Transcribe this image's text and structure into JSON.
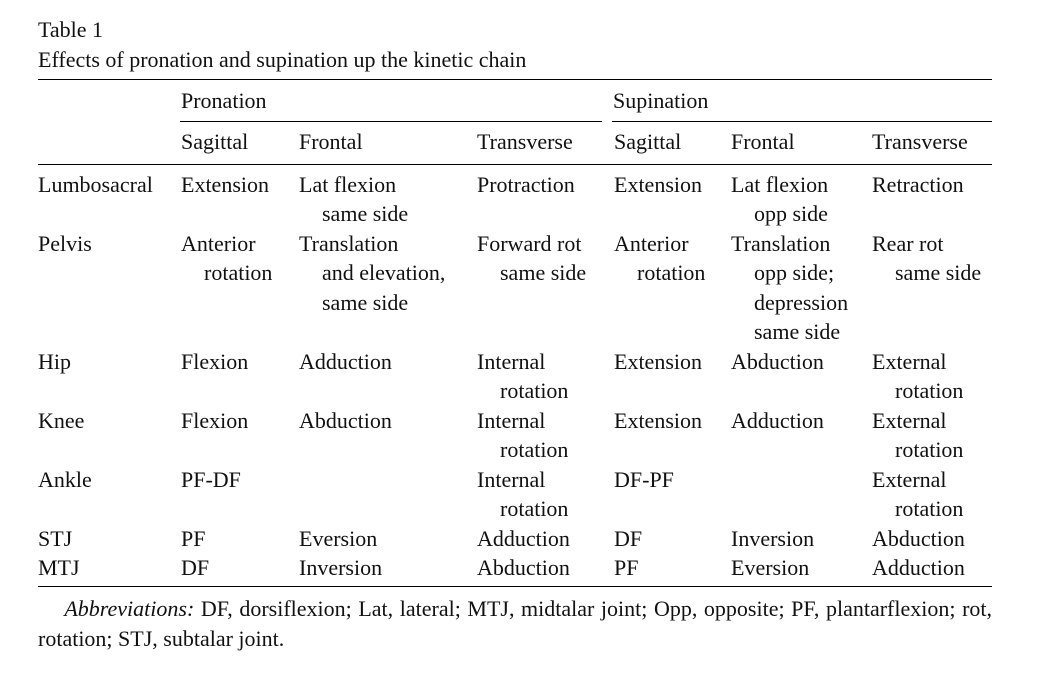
{
  "table": {
    "label": "Table 1",
    "title": "Effects of pronation and supination up the kinetic chain",
    "groups": [
      "Pronation",
      "Supination"
    ],
    "columns": [
      "Sagittal",
      "Frontal",
      "Transverse",
      "Sagittal",
      "Frontal",
      "Transverse"
    ],
    "rows": [
      {
        "name": "Lumbosacral",
        "cells": [
          [
            "Extension"
          ],
          [
            "Lat flexion",
            "same side"
          ],
          [
            "Protraction"
          ],
          [
            "Extension"
          ],
          [
            "Lat flexion",
            "opp side"
          ],
          [
            "Retraction"
          ]
        ]
      },
      {
        "name": "Pelvis",
        "cells": [
          [
            "Anterior",
            "rotation"
          ],
          [
            "Translation",
            "and elevation,",
            "same side"
          ],
          [
            "Forward rot",
            "same side"
          ],
          [
            "Anterior",
            "rotation"
          ],
          [
            "Translation",
            "opp side;",
            "depression",
            "same side"
          ],
          [
            "Rear rot",
            "same side"
          ]
        ]
      },
      {
        "name": "Hip",
        "cells": [
          [
            "Flexion"
          ],
          [
            "Adduction"
          ],
          [
            "Internal",
            "rotation"
          ],
          [
            "Extension"
          ],
          [
            "Abduction"
          ],
          [
            "External",
            "rotation"
          ]
        ]
      },
      {
        "name": "Knee",
        "cells": [
          [
            "Flexion"
          ],
          [
            "Abduction"
          ],
          [
            "Internal",
            "rotation"
          ],
          [
            "Extension"
          ],
          [
            "Adduction"
          ],
          [
            "External",
            "rotation"
          ]
        ]
      },
      {
        "name": "Ankle",
        "cells": [
          [
            "PF-DF"
          ],
          [],
          [
            "Internal",
            "rotation"
          ],
          [
            "DF-PF"
          ],
          [],
          [
            "External",
            "rotation"
          ]
        ]
      },
      {
        "name": "STJ",
        "cells": [
          [
            "PF"
          ],
          [
            "Eversion"
          ],
          [
            "Adduction"
          ],
          [
            "DF"
          ],
          [
            "Inversion"
          ],
          [
            "Abduction"
          ]
        ]
      },
      {
        "name": "MTJ",
        "cells": [
          [
            "DF"
          ],
          [
            "Inversion"
          ],
          [
            "Abduction"
          ],
          [
            "PF"
          ],
          [
            "Eversion"
          ],
          [
            "Adduction"
          ]
        ]
      }
    ],
    "footnote": {
      "label": "Abbreviations:",
      "text": "DF, dorsiflexion; Lat, lateral; MTJ, midtalar joint; Opp, opposite; PF, plantarflexion; rot, rotation; STJ, subtalar joint."
    }
  }
}
